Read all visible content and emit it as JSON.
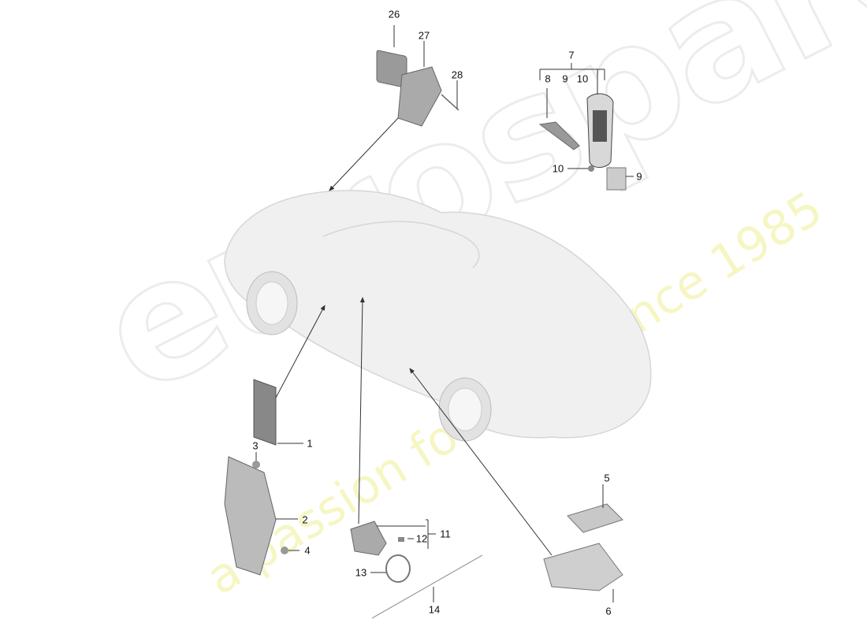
{
  "watermark": {
    "brand": "eurospares",
    "tagline": "a passion for parts since 1985",
    "brand_color": "#ececec",
    "tagline_color": "#f4f4b8"
  },
  "diagram": {
    "subject": "car-central-locking-parts",
    "callouts": [
      {
        "id": "1",
        "text": "1"
      },
      {
        "id": "2",
        "text": "2"
      },
      {
        "id": "3",
        "text": "3"
      },
      {
        "id": "4",
        "text": "4"
      },
      {
        "id": "5",
        "text": "5"
      },
      {
        "id": "6",
        "text": "6"
      },
      {
        "id": "7",
        "text": "7"
      },
      {
        "id": "8",
        "text": "8"
      },
      {
        "id": "9a",
        "text": "9"
      },
      {
        "id": "10a",
        "text": "10"
      },
      {
        "id": "9b",
        "text": "9"
      },
      {
        "id": "10b",
        "text": "10"
      },
      {
        "id": "11",
        "text": "11"
      },
      {
        "id": "12",
        "text": "12"
      },
      {
        "id": "13",
        "text": "13"
      },
      {
        "id": "14",
        "text": "14"
      },
      {
        "id": "26",
        "text": "26"
      },
      {
        "id": "27",
        "text": "27"
      },
      {
        "id": "28",
        "text": "28"
      }
    ]
  }
}
